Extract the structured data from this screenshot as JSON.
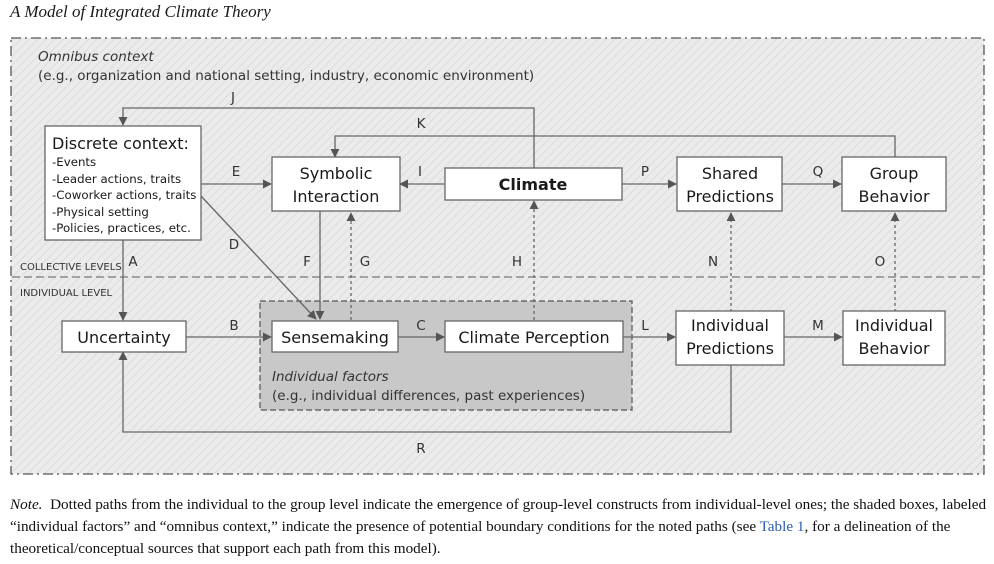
{
  "figure": {
    "title": "A Model of Integrated Climate Theory",
    "omnibus": {
      "label": "Omnibus context",
      "examples": "(e.g., organization and national setting, industry, economic environment)"
    },
    "discrete_context": {
      "title": "Discrete context:",
      "items": [
        "-Events",
        "-Leader actions, traits",
        "-Coworker actions, traits",
        "-Physical setting",
        "-Policies, practices, etc."
      ]
    },
    "nodes": {
      "symbolic_line1": "Symbolic",
      "symbolic_line2": "Interaction",
      "climate": "Climate",
      "shared_line1": "Shared",
      "shared_line2": "Predictions",
      "group_line1": "Group",
      "group_line2": "Behavior",
      "uncertainty": "Uncertainty",
      "sensemaking": "Sensemaking",
      "climate_perception": "Climate Perception",
      "indiv_pred_line1": "Individual",
      "indiv_pred_line2": "Predictions",
      "indiv_beh_line1": "Individual",
      "indiv_beh_line2": "Behavior"
    },
    "levels": {
      "collective": "COLLECTIVE LEVELS",
      "individual": "INDIVIDUAL LEVEL"
    },
    "individual_factors": {
      "label": "Individual factors",
      "examples": "(e.g., individual differences, past experiences)"
    },
    "paths": [
      "A",
      "B",
      "C",
      "D",
      "E",
      "F",
      "G",
      "H",
      "I",
      "J",
      "K",
      "L",
      "M",
      "N",
      "O",
      "P",
      "Q",
      "R"
    ]
  },
  "note": {
    "lead": "Note.",
    "text1": "Dotted paths from the individual to the group level indicate the emergence of group-level constructs from individual-level ones; the shaded boxes, labeled “individual factors” and “omnibus context,” indicate the presence of potential boundary conditions for the noted paths (see ",
    "link": "Table 1",
    "text2": ", for a delineation of the theoretical/conceptual sources that support each path from this model)."
  },
  "colors": {
    "omnibus_fill": "#e9e9e9",
    "factors_fill": "#c8c8c8",
    "line": "#6f6f6f",
    "text": "#1a1a1a",
    "link": "#2a5db0"
  }
}
